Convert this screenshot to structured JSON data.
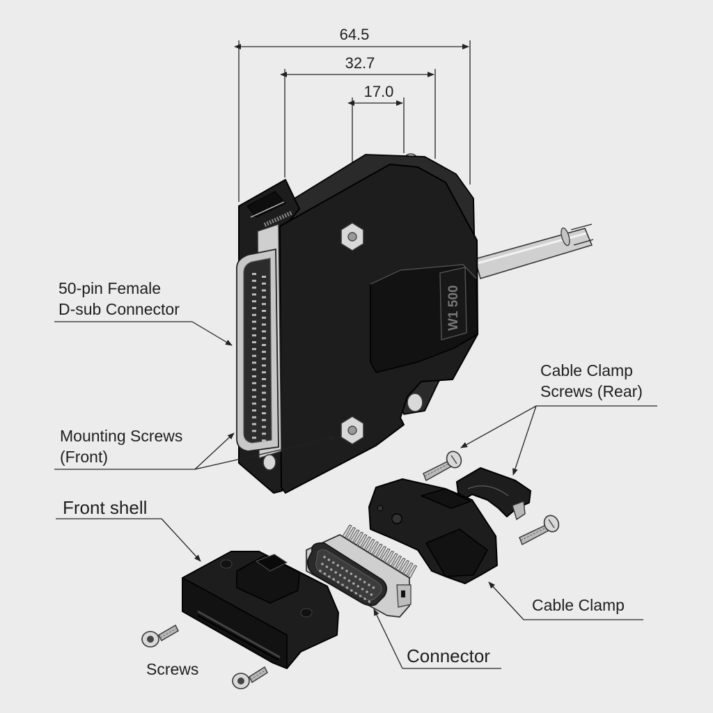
{
  "dimensions": {
    "overall_width": "64.5",
    "mid_width": "32.7",
    "screw_spacing": "17.0"
  },
  "callouts": {
    "dsub_connector": [
      "50-pin Female",
      "D-sub Connector"
    ],
    "mounting_screws": [
      "Mounting Screws",
      "(Front)"
    ],
    "clamp_screws": [
      "Cable Clamp",
      "Screws (Rear)"
    ],
    "front_shell": "Front shell",
    "screws": "Screws",
    "connector": "Connector",
    "cable_clamp": "Cable Clamp"
  },
  "housing_marking": "W1 500",
  "colors": {
    "background": "#ececec",
    "housing": "#1d1d1d",
    "metal": "#d9d9d9",
    "line": "#222222"
  }
}
